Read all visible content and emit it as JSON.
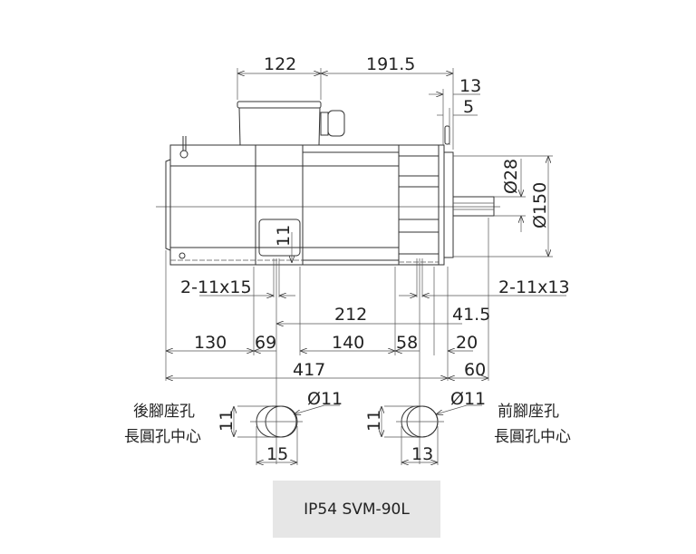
{
  "title": "IP54 SVM-90L",
  "dimensions": {
    "terminal_box_width": "122",
    "terminal_to_flange": "191.5",
    "flange_thickness_total": "13",
    "flange_step": "5",
    "shaft_diameter": "Ø28",
    "spigot_diameter": "Ø150",
    "foot_slot_height": "11",
    "rear_foot_holes": "2-11x15",
    "front_foot_holes": "2-11x13",
    "foot_hole_spacing": "212",
    "front_hole_to_flange": "41.5",
    "rear_overhang": "130",
    "rear_foot_offset": "69",
    "foot_pitch": "140",
    "front_foot_offset": "58",
    "front_flange_gap": "20",
    "body_length": "417",
    "shaft_length": "60"
  },
  "rear_slot": {
    "diameter": "Ø11",
    "height": "11",
    "width": "15",
    "label_line1": "後腳座孔",
    "label_line2": "長圓孔中心"
  },
  "front_slot": {
    "diameter": "Ø11",
    "height": "11",
    "width": "13",
    "label_line1": "前腳座孔",
    "label_line2": "長圓孔中心"
  }
}
